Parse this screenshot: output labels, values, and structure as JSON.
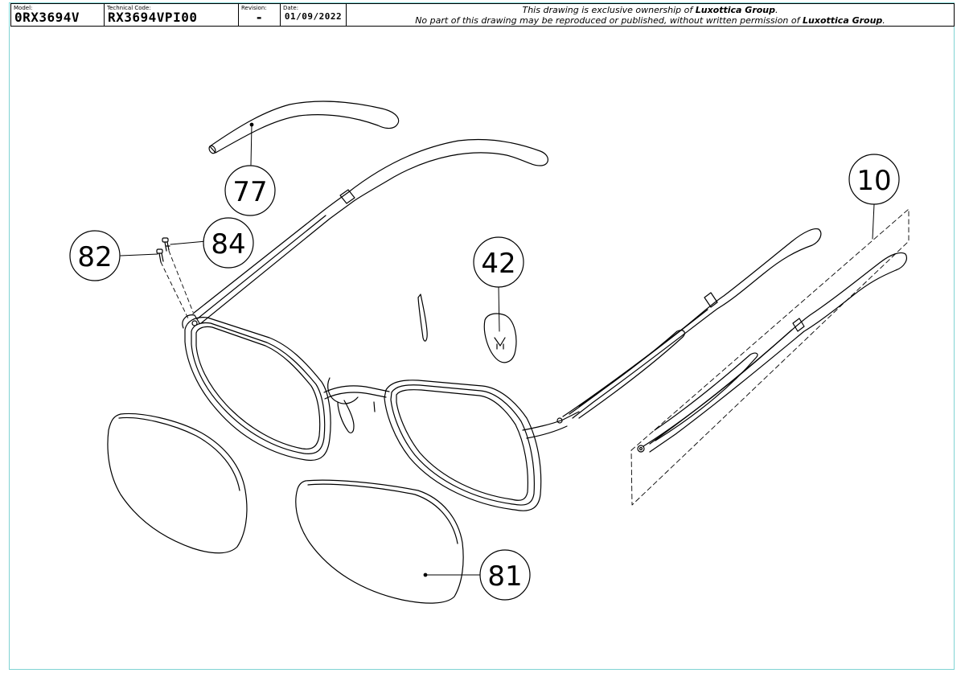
{
  "title_block": {
    "model_label": "Model:",
    "model_value": "0RX3694V",
    "technical_code_label": "Technical Code:",
    "technical_code_value": "RX3694VPI00",
    "revision_label": "Revision:",
    "revision_value": "-",
    "date_label": "Date:",
    "date_value": "01/09/2022",
    "notice_line1_prefix": "This drawing is exclusive ownership of ",
    "notice_line1_owner": "Luxottica Group",
    "notice_line1_suffix": ".",
    "notice_line2_prefix": "No part of this drawing may be reproduced or published, without written permission of ",
    "notice_line2_owner": "Luxottica Group",
    "notice_line2_suffix": "."
  },
  "balloons": {
    "b77": "77",
    "b82": "82",
    "b84": "84",
    "b42": "42",
    "b10": "10",
    "b81": "81"
  }
}
